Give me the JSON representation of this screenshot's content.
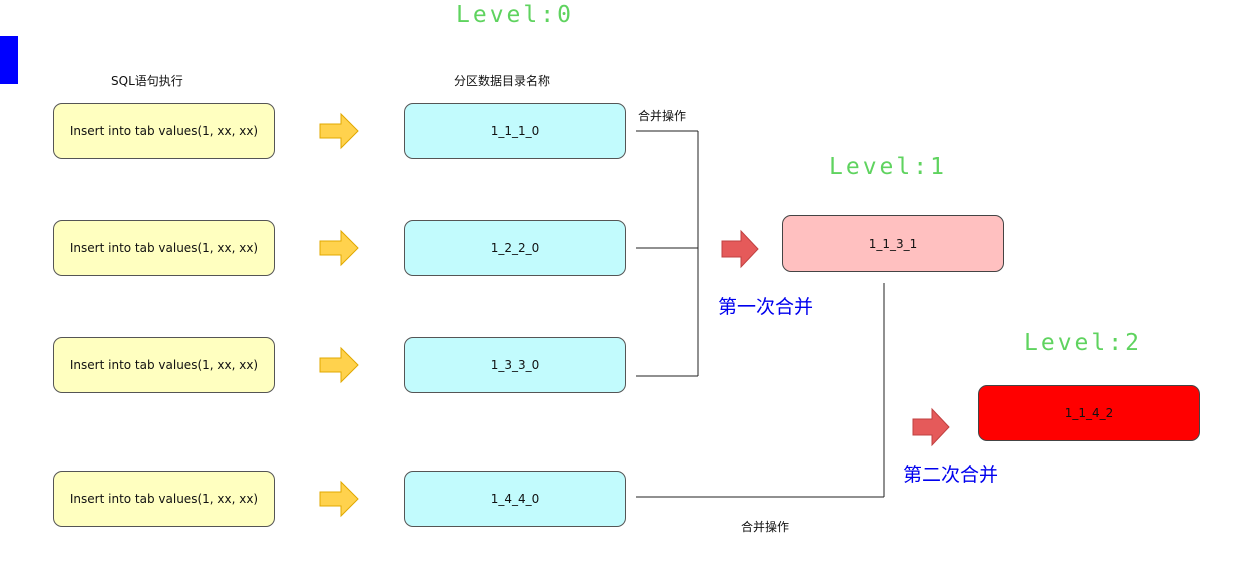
{
  "headers": {
    "sql": "SQL语句执行",
    "dir": "分区数据目录名称"
  },
  "levels": {
    "l0": "Level:0",
    "l1": "Level:1",
    "l2": "Level:2"
  },
  "sql_rows": [
    "Insert into tab values(1, xx, xx)",
    "Insert into tab values(1, xx, xx)",
    "Insert into tab values(1, xx, xx)",
    "Insert into tab values(1, xx, xx)"
  ],
  "dirs": [
    "1_1_1_0",
    "1_2_2_0",
    "1_3_3_0",
    "1_4_4_0"
  ],
  "merge_results": {
    "first": "1_1_3_1",
    "second": "1_1_4_2"
  },
  "labels": {
    "merge_op_top": "合并操作",
    "merge_op_bottom": "合并操作",
    "first_merge": "第一次合并",
    "second_merge": "第二次合并"
  },
  "colors": {
    "sql_fill": "#ffffc0",
    "dir_fill": "#c2fbfd",
    "level1_fill": "#ffc0c0",
    "level2_fill": "#ff0000",
    "level_text": "#5fd35f",
    "merge_text": "#0000ee",
    "yellow_arrow": "#ffd24d",
    "red_arrow": "#e55a5a"
  }
}
